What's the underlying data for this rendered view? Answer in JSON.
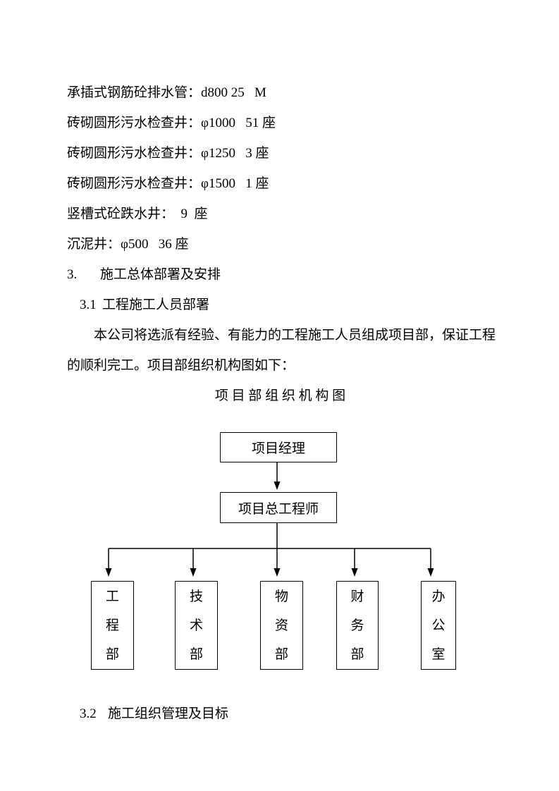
{
  "page": {
    "background": "#ffffff",
    "text_color": "#000000"
  },
  "spec_lines": [
    "承插式钢筋砼排水管：d800 25   M",
    "砖砌圆形污水检查井：φ1000   51 座",
    "砖砌圆形污水检查井：φ1250   3 座",
    "砖砌圆形污水检查井：φ1500   1 座",
    "竖槽式砼跌水井：  9  座",
    "沉泥井：φ500   36 座"
  ],
  "sections": {
    "h3": {
      "number": "3.",
      "title": "施工总体部署及安排"
    },
    "h31": {
      "number": "3.1",
      "title": "工程施工人员部署"
    },
    "h32": {
      "number": "3.2",
      "title": "施工组织管理及目标"
    }
  },
  "paragraph": {
    "lines": [
      "本公司将选派有经验、有能力的工程施工人员组成项目部，保证工程",
      "的顺利完工。项目部组织机构图如下："
    ]
  },
  "org_chart": {
    "title": "项 目 部 组 织 机 构 图",
    "level1": "项目经理",
    "level2": "项目总工程师",
    "departments": [
      "工程部",
      "技术部",
      "物资部",
      "财务部",
      "办公室"
    ],
    "line_color": "#000000"
  }
}
